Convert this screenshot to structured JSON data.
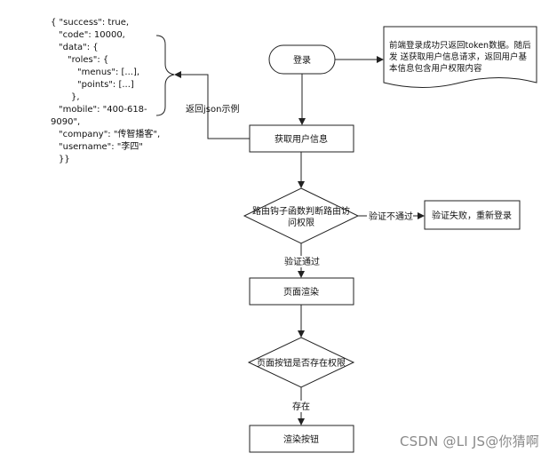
{
  "diagram": {
    "json_sample": [
      "{ \"success\": true,",
      "\"code\": 10000,",
      "\"data\": {",
      "\"roles\": {",
      "\"menus\": [...],",
      "\"points\": [...]",
      "},",
      "\"mobile\": \"400-618-",
      "9090\",",
      "\"company\": \"传智播客\",",
      "\"username\": \"李四\"",
      "}}"
    ],
    "nodes": {
      "login": "登录",
      "get_user_info": "获取用户信息",
      "route_check": [
        "路由钩子函数判断路由访",
        "问权限"
      ],
      "fail": "验证失败，重新登录",
      "render_page": "页面渲染",
      "button_check": "页面按钮是否存在权限",
      "render_button": "渲染按钮"
    },
    "note": [
      "前端登录成功只返回token数据。随后",
      "发 送获取用户信息请求，返回用户基",
      "本信息包含用户权限内容"
    ],
    "edge_labels": {
      "return_json": "返回json示例",
      "fail_label": "验证不通过",
      "pass_label": "验证通过",
      "exists_label": "存在"
    }
  },
  "watermark": "CSDN @LI JS@你猜啊"
}
